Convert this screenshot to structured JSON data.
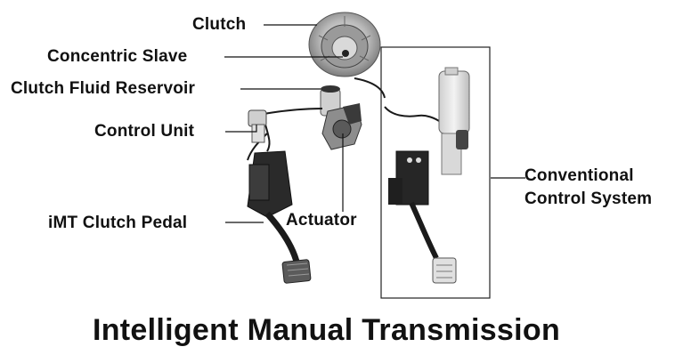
{
  "labels": {
    "clutch": "Clutch",
    "concentric_slave": "Concentric Slave",
    "clutch_fluid_reservoir": "Clutch Fluid Reservoir",
    "control_unit": "Control Unit",
    "imt_clutch_pedal": "iMT Clutch Pedal",
    "actuator": "Actuator",
    "conventional_line1": "Conventional",
    "conventional_line2": "Control System"
  },
  "title": "Intelligent Manual Transmission"
}
